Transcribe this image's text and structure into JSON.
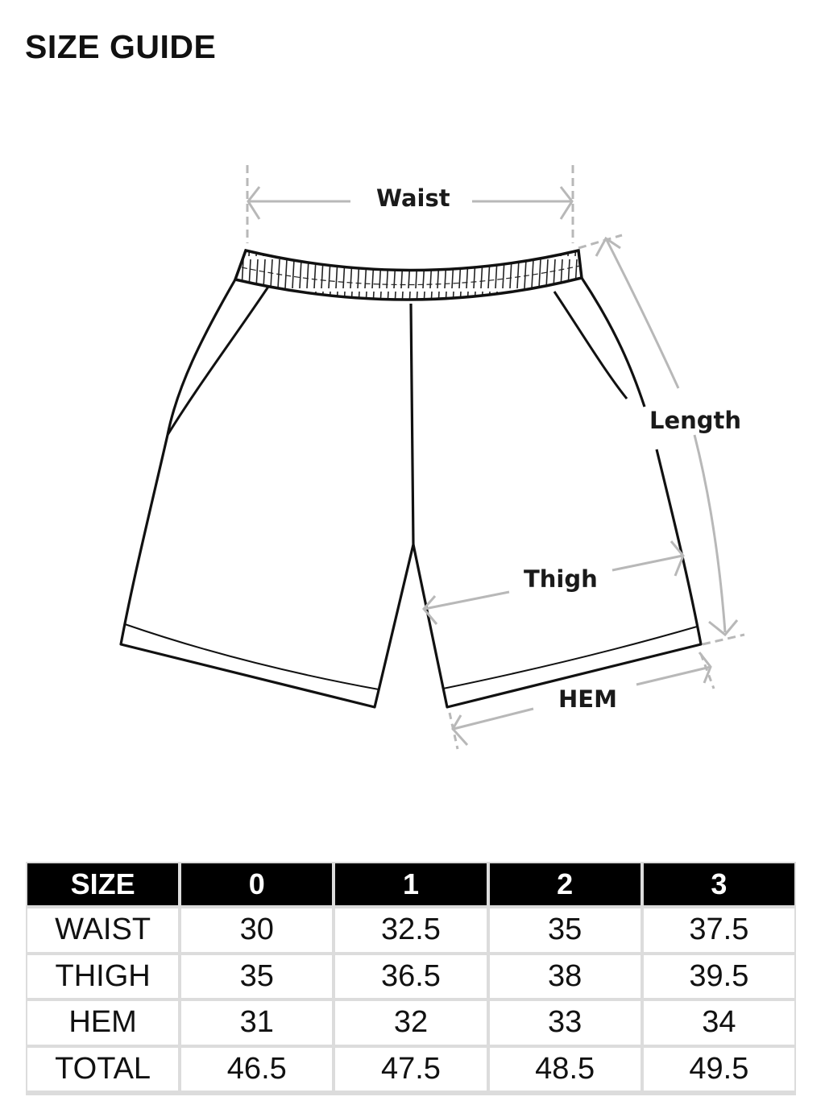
{
  "header": {
    "title": "SIZE GUIDE"
  },
  "diagram": {
    "garment": "shorts",
    "labels": {
      "waist": "Waist",
      "length": "Length",
      "thigh": "Thigh",
      "hem": "HEM"
    },
    "colors": {
      "outline": "#111111",
      "measure_line": "#b8b8b8"
    }
  },
  "size_table": {
    "columns": [
      "SIZE",
      "0",
      "1",
      "2",
      "3"
    ],
    "rows": [
      {
        "label": "WAIST",
        "values": [
          "30",
          "32.5",
          "35",
          "37.5"
        ]
      },
      {
        "label": "THIGH",
        "values": [
          "35",
          "36.5",
          "38",
          "39.5"
        ]
      },
      {
        "label": "HEM",
        "values": [
          "31",
          "32",
          "33",
          "34"
        ]
      },
      {
        "label": "TOTAL",
        "values": [
          "46.5",
          "47.5",
          "48.5",
          "49.5"
        ]
      }
    ],
    "colors": {
      "header_bg": "#000000",
      "header_text": "#ffffff",
      "grid": "#dcdcdc"
    }
  }
}
